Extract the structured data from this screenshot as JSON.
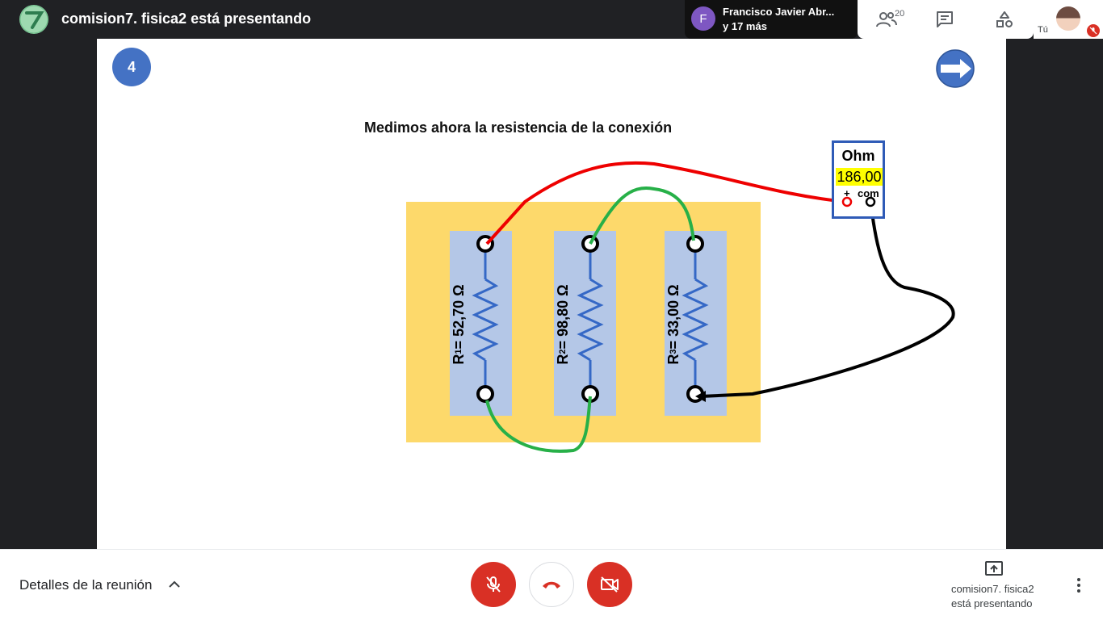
{
  "topbar": {
    "meeting_title": "comision7. fisica2 está presentando",
    "presenter": {
      "initial": "F",
      "name": "Francisco Javier Abr...",
      "more": "y 17 más"
    },
    "participants_count": "20",
    "self_label": "Tú"
  },
  "slide": {
    "number": "4",
    "title": "Medimos ahora la resistencia de la conexión",
    "resistors": [
      {
        "symbol": "R",
        "index": "1",
        "value": " = 52,70 Ω"
      },
      {
        "symbol": "R",
        "index": "2",
        "value": " = 98,80 Ω"
      },
      {
        "symbol": "R",
        "index": "3",
        "value": " = 33,00 Ω"
      }
    ],
    "meter": {
      "title": "Ohm",
      "value": "186,00",
      "plus": "+",
      "com": "com"
    }
  },
  "bottombar": {
    "details_label": "Detalles de la reunión",
    "presenting_text": "comision7. fisica2 está presentando"
  },
  "colors": {
    "hangup": "#d93025",
    "slide_accent": "#4472c4",
    "board": "#fdd96b",
    "resistor_panel": "#b4c7e7",
    "wire_red": "#ee0000",
    "wire_green": "#27b048",
    "wire_black": "#000000"
  },
  "icons": [
    "logo-icon",
    "people-icon",
    "chat-icon",
    "activities-icon",
    "mic-off-icon",
    "call-end-icon",
    "camera-off-icon",
    "present-screen-icon",
    "more-vert-icon",
    "chevron-up-icon",
    "next-arrow-icon"
  ]
}
